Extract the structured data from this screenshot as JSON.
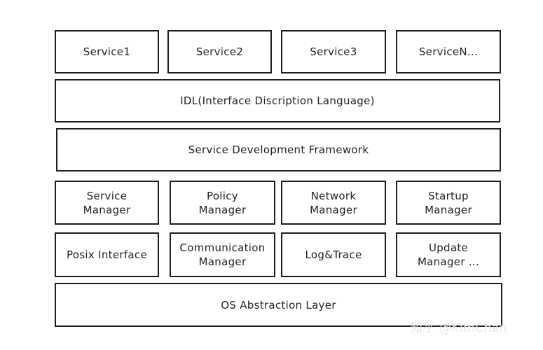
{
  "services": {
    "service1": "Service1",
    "service2": "Service2",
    "service3": "Service3",
    "serviceN": "ServiceN..."
  },
  "idl": "IDL(Interface Discription Language)",
  "sdf": "Service Development Framework",
  "managers": {
    "service_manager": [
      "Service",
      "Manager"
    ],
    "policy_manager": [
      "Policy",
      "Manager"
    ],
    "network_manager": [
      "Network",
      "Manager"
    ],
    "startup_manager": [
      "Startup",
      "Manager"
    ]
  },
  "lower": {
    "posix_interface": "Posix Interface",
    "communication_manager": [
      "Communication",
      "Manager"
    ],
    "log_trace": "Log&Trace",
    "update_manager": [
      "Update",
      "Manager ..."
    ]
  },
  "os_layer": "OS Abstraction Layer",
  "watermark": "知乎 @KimChan"
}
